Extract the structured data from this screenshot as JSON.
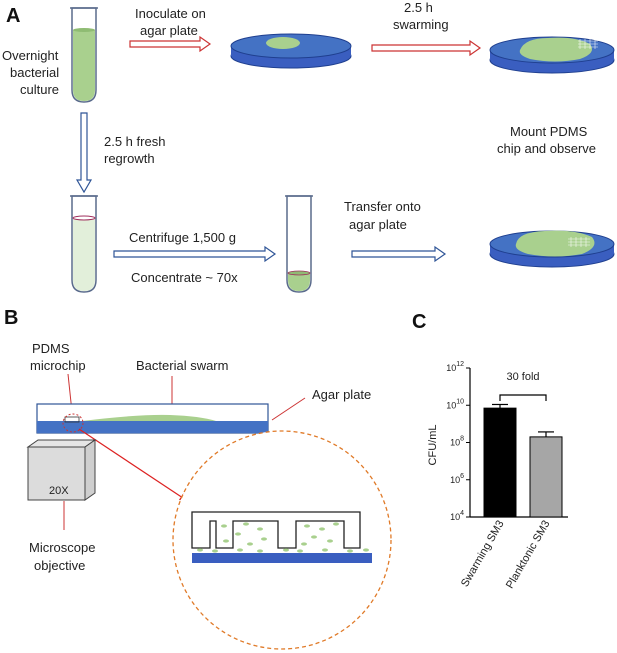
{
  "panel_a": {
    "letter": "A",
    "overnight": [
      "Overnight",
      "bacterial",
      "culture"
    ],
    "inoculate": [
      "Inoculate on",
      "agar plate"
    ],
    "swarming": [
      "2.5 h",
      "swarming"
    ],
    "regrowth": [
      "2.5 h fresh",
      "regrowth"
    ],
    "mount": [
      "Mount PDMS",
      "chip and observe"
    ],
    "centrifuge": "Centrifuge 1,500 g",
    "concentrate": "Concentrate ~ 70x",
    "transfer": [
      "Transfer onto",
      "agar plate"
    ]
  },
  "panel_b": {
    "letter": "B",
    "pdms": [
      "PDMS",
      "microchip"
    ],
    "swarm": "Bacterial swarm",
    "agar": "Agar plate",
    "magnification": "20X",
    "objective": [
      "Microscope",
      "objective"
    ]
  },
  "panel_c": {
    "letter": "C",
    "annotation": "30 fold",
    "colors": {
      "swarming": "#000000",
      "planktonic": "#a6a6a6"
    }
  },
  "chart_data": {
    "type": "bar",
    "categories": [
      "Swarming SM3",
      "Planktonic SM3"
    ],
    "values": [
      7000000000,
      200000000
    ],
    "errors_upper": [
      11000000000,
      370000000
    ],
    "ylabel": "CFU/mL",
    "yscale": "log",
    "ylim": [
      10000,
      1000000000000
    ],
    "yticks": [
      {
        "value": 10000,
        "base": "10",
        "exp": "4"
      },
      {
        "value": 1000000,
        "base": "10",
        "exp": "6"
      },
      {
        "value": 100000000,
        "base": "10",
        "exp": "8"
      },
      {
        "value": 10000000000,
        "base": "10",
        "exp": "10"
      },
      {
        "value": 1000000000000,
        "base": "10",
        "exp": "12"
      }
    ],
    "annotation": "30 fold",
    "grid": false
  }
}
